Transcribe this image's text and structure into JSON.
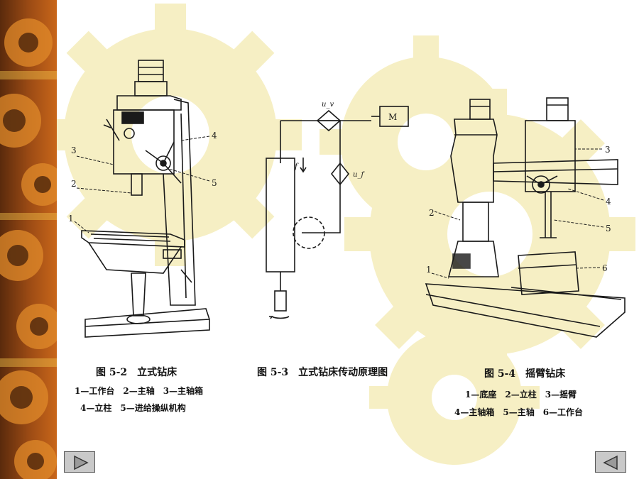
{
  "figures": [
    {
      "title": "图 5-2　立式钻床",
      "legend_lines": [
        "1—工作台　2—主轴　3—主轴箱",
        "4—立柱　5—进给操纵机构"
      ],
      "callouts": [
        "1",
        "2",
        "3",
        "4",
        "5"
      ]
    },
    {
      "title": "图 5-3　立式钻床传动原理图",
      "legend_lines": [],
      "callouts": [
        "M",
        "u_v",
        "u_f",
        "f"
      ]
    },
    {
      "title": "图 5-4　摇臂钻床",
      "legend_lines": [
        "1—底座　2—立柱　3—摇臂",
        "4—主轴箱　5—主轴　6—工作台"
      ],
      "callouts": [
        "1",
        "2",
        "3",
        "4",
        "5",
        "6"
      ]
    }
  ],
  "nav": {
    "next_icon": "triangle-right-icon",
    "prev_icon": "triangle-left-icon"
  },
  "colors": {
    "sidebar_dark": "#3a1a08",
    "sidebar_orange": "#d0701c",
    "gear_watermark": "#f6efc4",
    "line": "#1a1a1a",
    "button": "#c9c9c9"
  }
}
